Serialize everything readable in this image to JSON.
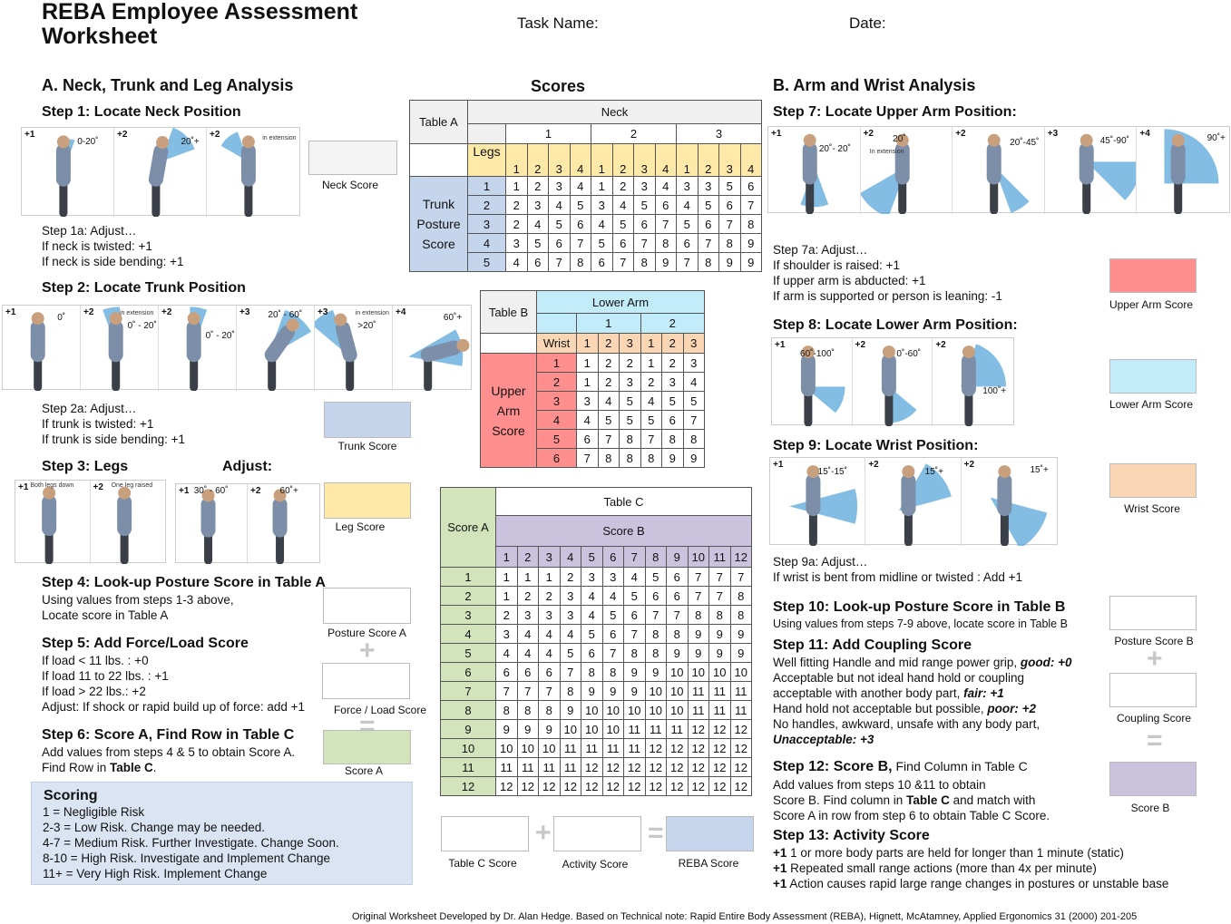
{
  "header": {
    "title_line1": "REBA Employee Assessment",
    "title_line2": "Worksheet",
    "task_label": "Task Name:",
    "date_label": "Date:"
  },
  "section_a": {
    "title": "A.  Neck, Trunk and Leg Analysis",
    "step1": {
      "title": "Step 1: Locate Neck Position",
      "figs": [
        {
          "score": "+1",
          "angle": "0-20˚",
          "caption": ""
        },
        {
          "score": "+2",
          "angle": "20˚+",
          "caption": ""
        },
        {
          "score": "+2",
          "angle": "",
          "caption": "in extension"
        }
      ],
      "box_label": "Neck Score",
      "adjust": [
        "Step 1a: Adjust…",
        "If neck is twisted: +1",
        "If neck is side bending: +1"
      ]
    },
    "step2": {
      "title": "Step 2: Locate Trunk Position",
      "figs": [
        {
          "score": "+1",
          "angle": "0˚",
          "caption": ""
        },
        {
          "score": "+2",
          "angle": "0˚ - 20˚",
          "caption": "in extension"
        },
        {
          "score": "+2",
          "angle": "0˚ - 20˚",
          "caption": ""
        },
        {
          "score": "+3",
          "angle": "20˚ - 60˚",
          "caption": ""
        },
        {
          "score": "+3",
          "angle": ">20˚",
          "caption": "in extension"
        },
        {
          "score": "+4",
          "angle": "60˚+",
          "caption": ""
        }
      ],
      "box_label": "Trunk Score",
      "adjust": [
        "Step 2a: Adjust…",
        "If trunk is twisted: +1",
        "If trunk is side bending: +1"
      ]
    },
    "step3": {
      "title": "Step 3: Legs",
      "adjust_title": "Adjust:",
      "figs": [
        {
          "score": "+1",
          "angle": "",
          "caption": "Both legs down"
        },
        {
          "score": "+2",
          "angle": "",
          "caption": "One leg raised"
        }
      ],
      "adjust_figs": [
        {
          "score": "+1",
          "angle": "30˚ - 60˚",
          "caption": ""
        },
        {
          "score": "+2",
          "angle": "60˚+",
          "caption": ""
        }
      ],
      "box_label": "Leg Score"
    },
    "step4": {
      "title": "Step 4: Look-up Posture Score in Table A",
      "lines": [
        "Using values from steps 1-3 above,",
        "Locate score in Table A"
      ],
      "box_label": "Posture Score A"
    },
    "step5": {
      "title": "Step 5: Add Force/Load Score",
      "lines": [
        "If load < 11 lbs. : +0",
        "If load 11 to 22 lbs. : +1",
        "If load > 22 lbs.: +2",
        "Adjust: If shock or rapid build up of force: add +1"
      ],
      "box_label": "Force / Load Score"
    },
    "step6": {
      "title": "Step 6: Score A, Find Row in Table C",
      "line1": "Add values from steps 4 & 5 to obtain Score A.",
      "line2_pre": "Find Row in ",
      "line2_bold": "Table C",
      "line2_post": ".",
      "box_label": "Score A"
    },
    "scoring": {
      "title": "Scoring",
      "lines": [
        "1 = Negligible Risk",
        "2-3 = Low Risk. Change may be needed.",
        "4-7 = Medium Risk. Further Investigate. Change Soon.",
        "8-10 = High Risk. Investigate and Implement Change",
        "11+ = Very High Risk. Implement Change"
      ]
    }
  },
  "scores": {
    "title": "Scores",
    "table_a": {
      "label": "Table A",
      "neck_label": "Neck",
      "neck_values": [
        "1",
        "2",
        "3"
      ],
      "legs_label": "Legs",
      "legs_values": [
        "1",
        "2",
        "3",
        "4"
      ],
      "row_label_lines": [
        "Trunk",
        "Posture",
        "Score"
      ],
      "rows": [
        {
          "trunk": "1",
          "cells": [
            1,
            2,
            3,
            4,
            1,
            2,
            3,
            4,
            3,
            3,
            5,
            6
          ]
        },
        {
          "trunk": "2",
          "cells": [
            2,
            3,
            4,
            5,
            3,
            4,
            5,
            6,
            4,
            5,
            6,
            7
          ]
        },
        {
          "trunk": "3",
          "cells": [
            2,
            4,
            5,
            6,
            4,
            5,
            6,
            7,
            5,
            6,
            7,
            8
          ]
        },
        {
          "trunk": "4",
          "cells": [
            3,
            5,
            6,
            7,
            5,
            6,
            7,
            8,
            6,
            7,
            8,
            9
          ]
        },
        {
          "trunk": "5",
          "cells": [
            4,
            6,
            7,
            8,
            6,
            7,
            8,
            9,
            7,
            8,
            9,
            9
          ]
        }
      ]
    },
    "table_b": {
      "label": "Table B",
      "lower_arm_label": "Lower Arm",
      "lower_arm_values": [
        "1",
        "2"
      ],
      "wrist_label": "Wrist",
      "wrist_values": [
        "1",
        "2",
        "3"
      ],
      "row_label_lines": [
        "Upper",
        "Arm",
        "Score"
      ],
      "rows": [
        {
          "upper": "1",
          "cells": [
            1,
            2,
            2,
            1,
            2,
            3
          ]
        },
        {
          "upper": "2",
          "cells": [
            1,
            2,
            3,
            2,
            3,
            4
          ]
        },
        {
          "upper": "3",
          "cells": [
            3,
            4,
            5,
            4,
            5,
            5
          ]
        },
        {
          "upper": "4",
          "cells": [
            4,
            5,
            5,
            5,
            6,
            7
          ]
        },
        {
          "upper": "5",
          "cells": [
            6,
            7,
            8,
            7,
            8,
            8
          ]
        },
        {
          "upper": "6",
          "cells": [
            7,
            8,
            8,
            8,
            9,
            9
          ]
        }
      ]
    },
    "table_c": {
      "label": "Table C",
      "score_a_label": "Score A",
      "score_b_label": "Score B",
      "columns": [
        "1",
        "2",
        "3",
        "4",
        "5",
        "6",
        "7",
        "8",
        "9",
        "10",
        "11",
        "12"
      ],
      "rows": [
        {
          "a": "1",
          "cells": [
            1,
            1,
            1,
            2,
            3,
            3,
            4,
            5,
            6,
            7,
            7,
            7
          ]
        },
        {
          "a": "2",
          "cells": [
            1,
            2,
            2,
            3,
            4,
            4,
            5,
            6,
            6,
            7,
            7,
            8
          ]
        },
        {
          "a": "3",
          "cells": [
            2,
            3,
            3,
            3,
            4,
            5,
            6,
            7,
            7,
            8,
            8,
            8
          ]
        },
        {
          "a": "4",
          "cells": [
            3,
            4,
            4,
            4,
            5,
            6,
            7,
            8,
            8,
            9,
            9,
            9
          ]
        },
        {
          "a": "5",
          "cells": [
            4,
            4,
            4,
            5,
            6,
            7,
            8,
            8,
            9,
            9,
            9,
            9
          ]
        },
        {
          "a": "6",
          "cells": [
            6,
            6,
            6,
            7,
            8,
            8,
            9,
            9,
            10,
            10,
            10,
            10
          ]
        },
        {
          "a": "7",
          "cells": [
            7,
            7,
            7,
            8,
            9,
            9,
            9,
            10,
            10,
            11,
            11,
            11
          ]
        },
        {
          "a": "8",
          "cells": [
            8,
            8,
            8,
            9,
            10,
            10,
            10,
            10,
            10,
            11,
            11,
            11
          ]
        },
        {
          "a": "9",
          "cells": [
            9,
            9,
            9,
            10,
            10,
            10,
            11,
            11,
            11,
            12,
            12,
            12
          ]
        },
        {
          "a": "10",
          "cells": [
            10,
            10,
            10,
            11,
            11,
            11,
            11,
            12,
            12,
            12,
            12,
            12
          ]
        },
        {
          "a": "11",
          "cells": [
            11,
            11,
            11,
            11,
            12,
            12,
            12,
            12,
            12,
            12,
            12,
            12
          ]
        },
        {
          "a": "12",
          "cells": [
            12,
            12,
            12,
            12,
            12,
            12,
            12,
            12,
            12,
            12,
            12,
            12
          ]
        }
      ]
    },
    "final": {
      "table_c_label": "Table C Score",
      "activity_label": "Activity Score",
      "reba_label": "REBA Score",
      "plus": "+",
      "equals": "="
    }
  },
  "section_b": {
    "title": "B. Arm and Wrist Analysis",
    "step7": {
      "title": "Step 7: Locate Upper Arm Position:",
      "figs": [
        {
          "score": "+1",
          "angle": "20˚- 20˚",
          "caption": ""
        },
        {
          "score": "+2",
          "angle": "20˚",
          "caption": "In extension"
        },
        {
          "score": "+2",
          "angle": "20˚-45˚",
          "caption": ""
        },
        {
          "score": "+3",
          "angle": "45˚-90˚",
          "caption": ""
        },
        {
          "score": "+4",
          "angle": "90˚+",
          "caption": ""
        }
      ],
      "adjust": [
        "Step 7a: Adjust…",
        "If shoulder is raised: +1",
        "If upper arm is abducted: +1",
        "If arm is supported or person is leaning: -1"
      ],
      "box_label": "Upper Arm  Score"
    },
    "step8": {
      "title": "Step 8: Locate Lower Arm Position:",
      "figs": [
        {
          "score": "+1",
          "angle": "60˚-100˚",
          "caption": ""
        },
        {
          "score": "+2",
          "angle": "0˚-60˚",
          "caption": ""
        },
        {
          "score": "+2",
          "angle": "100˚+",
          "caption": ""
        }
      ],
      "box_label": "Lower Arm Score"
    },
    "step9": {
      "title": "Step 9: Locate Wrist Position:",
      "figs": [
        {
          "score": "+1",
          "angle": "15˚-15˚",
          "caption": ""
        },
        {
          "score": "+2",
          "angle": "15˚+",
          "caption": ""
        },
        {
          "score": "+2",
          "angle": "15˚+",
          "caption": ""
        }
      ],
      "adjust": [
        "Step 9a: Adjust…",
        "If wrist is bent from midline or twisted : Add +1"
      ],
      "box_label": "Wrist Score"
    },
    "step10": {
      "title": "Step 10: Look-up Posture Score in Table B",
      "line": "Using values from steps 7-9 above, locate score in Table B",
      "box_label": "Posture Score B"
    },
    "step11": {
      "title": "Step 11: Add Coupling Score",
      "l1": "Well fitting Handle and mid range power grip, ",
      "l1b": "good: +0",
      "l2": "Acceptable but not ideal hand hold or coupling",
      "l3": "acceptable with another body part, ",
      "l3b": "fair: +1",
      "l4": "Hand hold not acceptable but possible, ",
      "l4b": "poor: +2",
      "l5": "No handles, awkward, unsafe with any body part,",
      "l6b": "Unacceptable: +3",
      "box_label": "Coupling Score"
    },
    "step12": {
      "title_bold": "Step 12: Score B,",
      "title_rest": " Find Column in Table C",
      "l1": "Add values from steps 10 &11 to obtain",
      "l2_pre": "Score B. Find column in ",
      "l2_bold": "Table C",
      "l2_post": " and match with",
      "l3": "Score A in row from step 6 to obtain Table C Score.",
      "box_label": "Score B"
    },
    "step13": {
      "title": "Step 13: Activity Score",
      "items": [
        {
          "b": "+1",
          "t": " 1 or more body parts are held for longer than 1 minute (static)"
        },
        {
          "b": "+1",
          "t": " Repeated small range actions (more than 4x per minute)"
        },
        {
          "b": "+1",
          "t": " Action causes rapid large range changes in postures or unstable base"
        }
      ]
    }
  },
  "footer": {
    "text": "Original Worksheet Developed by Dr. Alan Hedge. Based on Technical note: Rapid Entire Body Assessment (REBA), Hignett, McAtamney, Applied Ergonomics 31 (2000) 201-205"
  },
  "colors": {
    "neck": "#ffffff",
    "trunk": "#c5d5ec",
    "legs": "#ffe9a8",
    "score_a": "#d3e4bd",
    "upper_arm": "#ff8f8f",
    "lower_arm": "#c3ecfb",
    "wrist": "#fbd6b5",
    "score_b": "#cbc2de",
    "reba": "#c6d7ed",
    "table_c_left": "#d3e4bd",
    "table_c_scoreb": "#cbc2de",
    "wedge": "#5ba7d9"
  }
}
